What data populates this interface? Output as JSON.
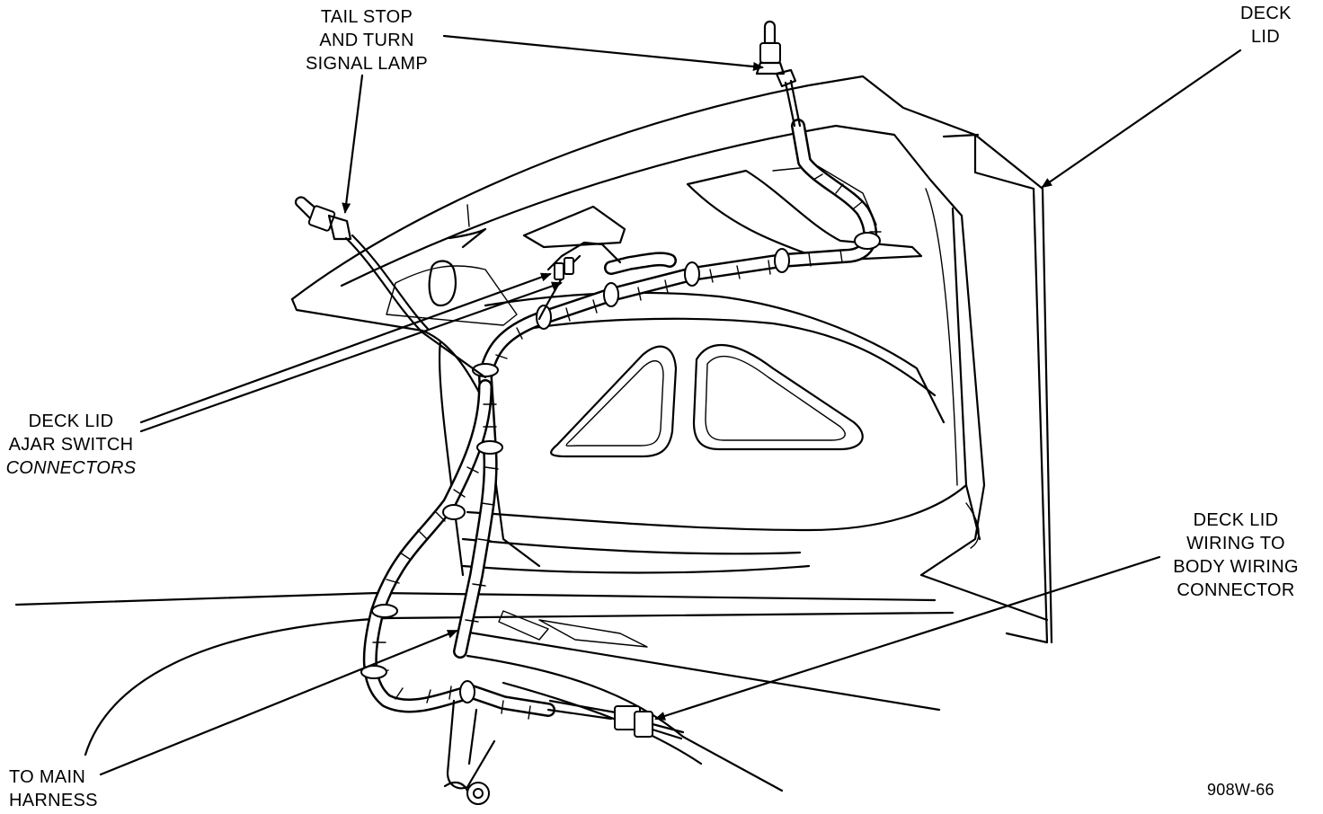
{
  "labels": {
    "tail_lamp": [
      "TAIL STOP",
      "AND TURN",
      "SIGNAL LAMP"
    ],
    "deck_lid": [
      "DECK",
      "LID"
    ],
    "ajar_switch": [
      "DECK LID",
      "AJAR SWITCH",
      "CONNECTORS"
    ],
    "wiring_connector": [
      "DECK LID",
      "WIRING TO",
      "BODY WIRING",
      "CONNECTOR"
    ],
    "main_harness": [
      "TO MAIN",
      "HARNESS"
    ],
    "figure_id": "908W-66"
  }
}
